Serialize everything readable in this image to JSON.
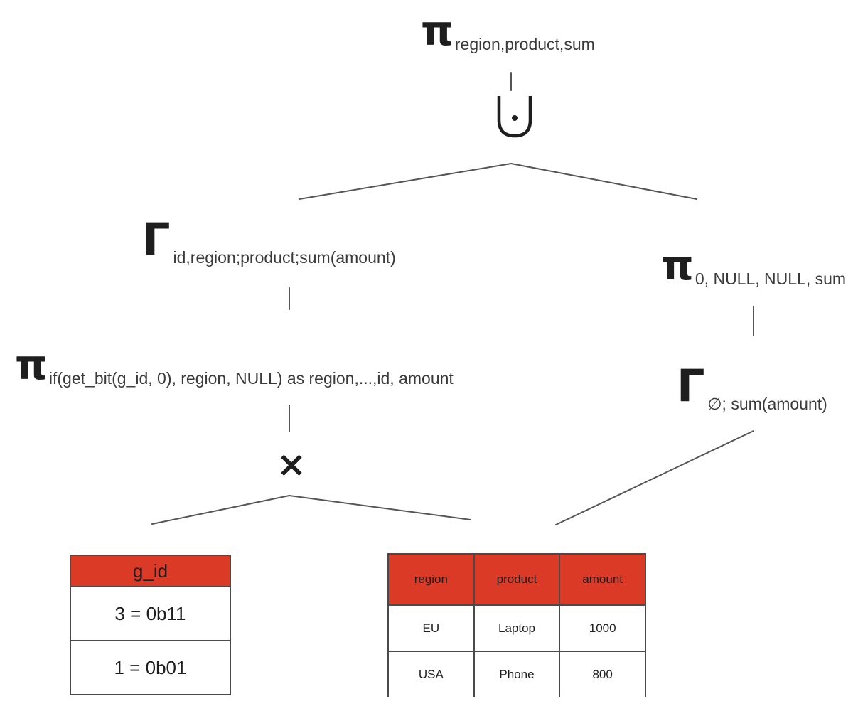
{
  "symbols": {
    "pi": "π",
    "gamma": "Γ",
    "union": "⨃",
    "cross": "×"
  },
  "nodes": {
    "root_projection": {
      "subscript": "region,product,sum"
    },
    "disjoint_union": {},
    "left_aggregation": {
      "subscript": "id,region;product;sum(amount)"
    },
    "right_projection": {
      "subscript": "0, NULL, NULL, sum"
    },
    "left_projection": {
      "subscript": "if(get_bit(g_id, 0), region, NULL) as region,...,id, amount"
    },
    "right_aggregation": {
      "subscript": "∅; sum(amount)"
    },
    "cross_product": {}
  },
  "gid_table": {
    "header": "g_id",
    "rows": [
      "3 = 0b11",
      "1 = 0b01"
    ]
  },
  "data_table": {
    "headers": [
      "region",
      "product",
      "amount"
    ],
    "rows": [
      [
        "EU",
        "Laptop",
        "1000"
      ],
      [
        "USA",
        "Phone",
        "800"
      ]
    ]
  },
  "colors": {
    "header_fill": "#db3b26",
    "line": "#555555",
    "text": "#1e1e1e"
  }
}
